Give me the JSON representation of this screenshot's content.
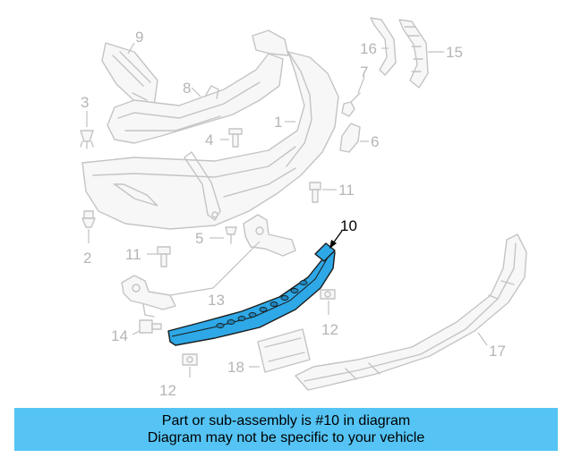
{
  "diagram": {
    "callouts": {
      "c1": "1",
      "c2": "2",
      "c3": "3",
      "c4": "4",
      "c5": "5",
      "c6": "6",
      "c7": "7",
      "c8": "8",
      "c9": "9",
      "c10": "10",
      "c11a": "11",
      "c11b": "11",
      "c12a": "12",
      "c12b": "12",
      "c13": "13",
      "c14": "14",
      "c15": "15",
      "c16": "16",
      "c17": "17",
      "c18": "18"
    },
    "highlighted_part": "10",
    "highlight_color": "#2ea8e6"
  },
  "banner": {
    "line1": "Part or sub-assembly is #10 in diagram",
    "line2": "Diagram may not be specific to your vehicle",
    "background": "#55c4f5"
  }
}
